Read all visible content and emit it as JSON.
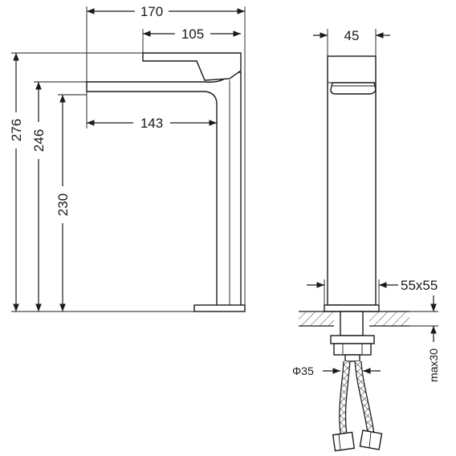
{
  "dimensions": {
    "overall_length": "170",
    "handle_length": "105",
    "spout_reach": "143",
    "total_height": "276",
    "spout_top_height": "246",
    "spout_outlet_height": "230",
    "body_width": "45",
    "base_size": "55x55",
    "hole_diameter": "Φ35",
    "max_thickness": "max30"
  },
  "colors": {
    "line": "#1a1a1a",
    "background": "#ffffff"
  }
}
